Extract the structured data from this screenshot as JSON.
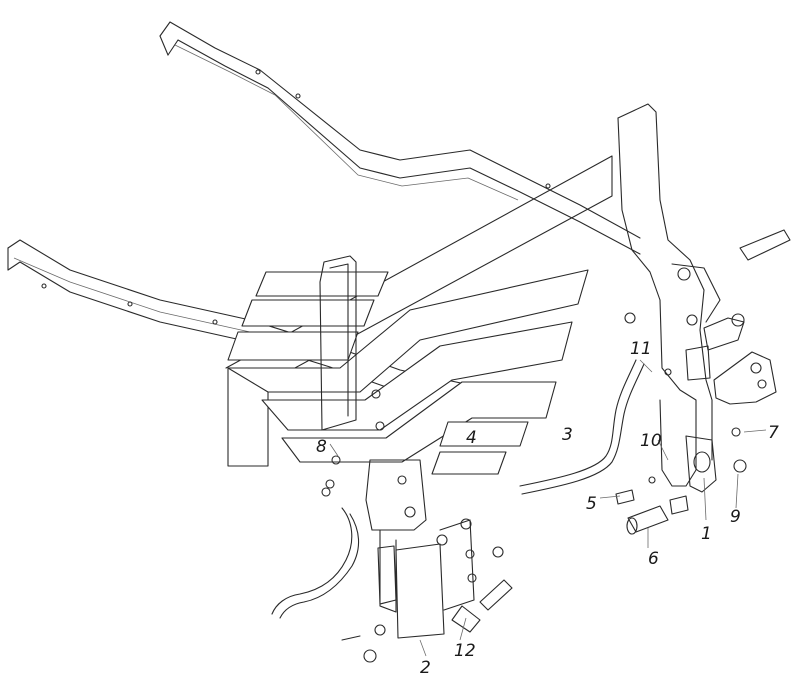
{
  "figure": {
    "background": "#ffffff",
    "line_color": "#2a2a2a"
  },
  "callouts": [
    "1",
    "2",
    "3",
    "4",
    "5",
    "6",
    "7",
    "8",
    "9",
    "10",
    "11",
    "12"
  ]
}
